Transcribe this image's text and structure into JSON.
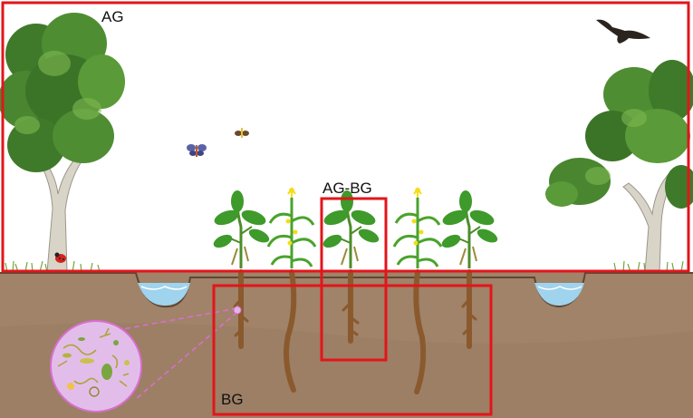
{
  "labels": {
    "above_ground": "AG",
    "interface": "AG-BG",
    "below_ground": "BG"
  },
  "colors": {
    "box_outline": "#e2151b",
    "soil": "#a08368",
    "soil_dark": "#8c6d52",
    "root": "#8a5a2e",
    "water": "#9fd3ee",
    "foliage": "#3f7a2a",
    "soy_leaf": "#3e9a2a",
    "corn_leaf": "#4aa32c",
    "tassel": "#f3dd18",
    "microbe_circle": "#e0b4e8",
    "sky": "#ffffff"
  },
  "icons": [
    "tree-left",
    "tree-right",
    "bird-icon",
    "butterfly-icon",
    "moth-icon",
    "ladybug-icon",
    "soybean-plant",
    "maize-plant",
    "root",
    "water-pond",
    "microbe-zoom-circle"
  ]
}
